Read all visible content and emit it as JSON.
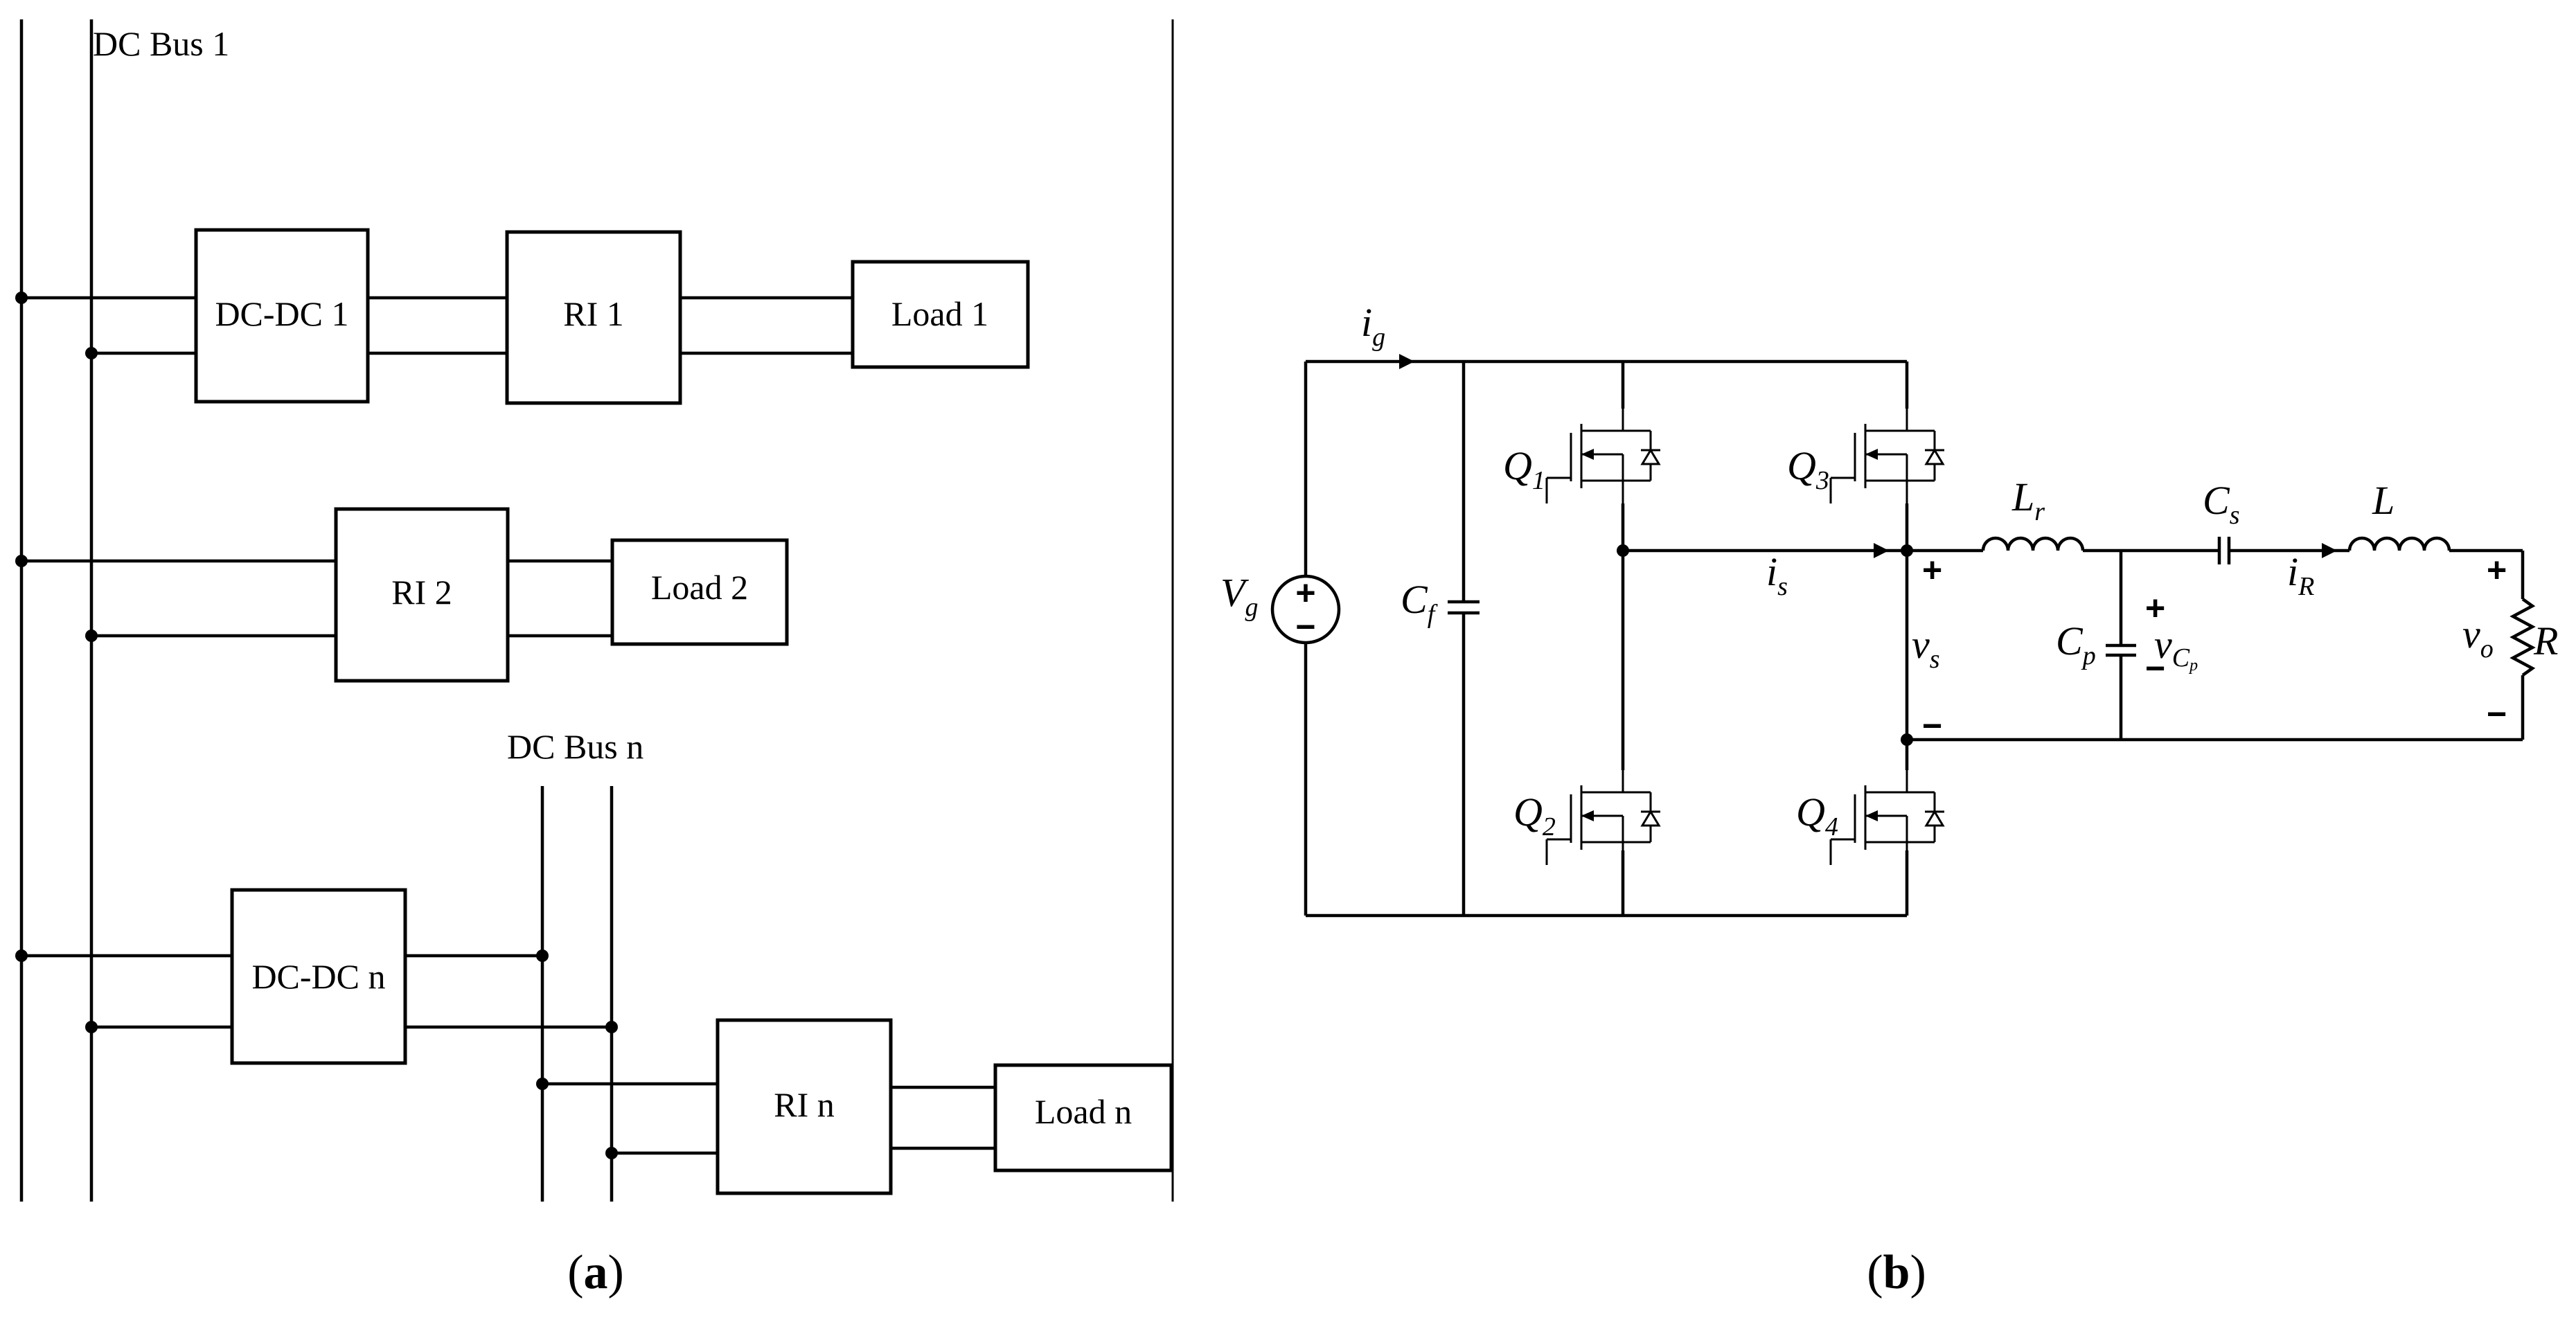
{
  "panel_a": {
    "caption_open": "(",
    "caption_letter": "a",
    "caption_close": ")",
    "bus1_label": "DC Bus 1",
    "busn_label": "DC Bus n",
    "dcdc1_label": "DC-DC 1",
    "ri1_label": "RI 1",
    "load1_label": "Load 1",
    "ri2_label": "RI 2",
    "load2_label": "Load 2",
    "dcdcn_label": "DC-DC n",
    "rin_label": "RI n",
    "loadn_label": "Load n"
  },
  "panel_b": {
    "caption_open": "(",
    "caption_letter": "b",
    "caption_close": ")",
    "ig": {
      "base": "i",
      "sub": "g"
    },
    "vg": {
      "base": "V",
      "sub": "g"
    },
    "cf": {
      "base": "C",
      "sub": "f"
    },
    "q1": {
      "base": "Q",
      "sub": "1"
    },
    "q2": {
      "base": "Q",
      "sub": "2"
    },
    "q3": {
      "base": "Q",
      "sub": "3"
    },
    "q4": {
      "base": "Q",
      "sub": "4"
    },
    "is": {
      "base": "i",
      "sub": "s"
    },
    "vs": {
      "base": "v",
      "sub": "s"
    },
    "lr": {
      "base": "L",
      "sub": "r"
    },
    "cs": {
      "base": "C",
      "sub": "s"
    },
    "cp": {
      "base": "C",
      "sub": "p"
    },
    "vcp": {
      "base": "v",
      "sub": "C",
      "subsub": "p"
    },
    "ir": {
      "base": "i",
      "sub": "R"
    },
    "l": "L",
    "vo": {
      "base": "v",
      "sub": "o"
    },
    "r": "R",
    "plus": "+",
    "minus": "−"
  }
}
